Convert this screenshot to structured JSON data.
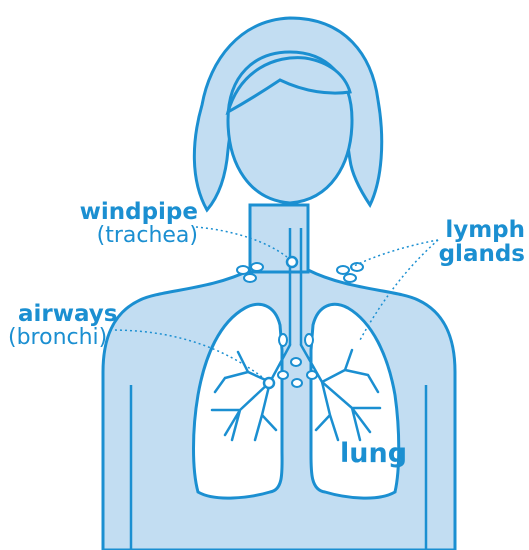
{
  "labels": {
    "windpipe": {
      "main": "windpipe",
      "sub": "(trachea)"
    },
    "airways": {
      "main": "airways",
      "sub": "(bronchi)"
    },
    "lymph": {
      "main": "lymph",
      "sub": "glands"
    },
    "lung": "lung"
  },
  "colors": {
    "outline": "#1b8fd1",
    "body_fill": "#c2ddf2",
    "lung_fill": "#ffffff",
    "label_text": "#1b8fd1"
  }
}
